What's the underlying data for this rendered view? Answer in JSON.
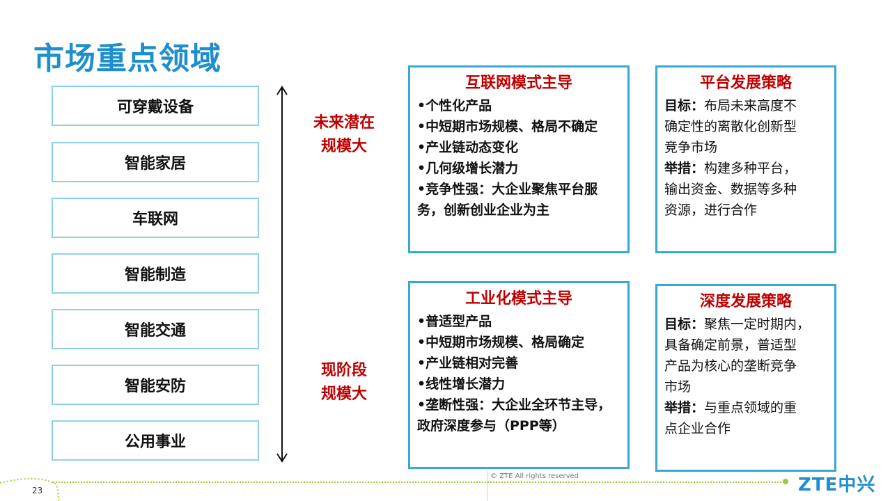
{
  "slide": {
    "title": "市场重点领域",
    "page_number": "23",
    "copyright": "© ZTE All rights reserved",
    "logo_text": "ZTE中兴"
  },
  "domains": [
    "可穿戴设备",
    "智能家居",
    "车联网",
    "智能制造",
    "智能交通",
    "智能安防",
    "公用事业"
  ],
  "scale_labels": {
    "future": [
      "未来潜在",
      "规模大"
    ],
    "current": [
      "现阶段",
      "规模大"
    ]
  },
  "boxes": {
    "internet_mode": {
      "title": "互联网模式主导",
      "lines": [
        "•个性化产品",
        "•中短期市场规模、格局不确定",
        "•产业链动态变化",
        "•几何级增长潜力",
        "•竞争性强：大企业聚焦平台服",
        "务，创新创业企业为主"
      ]
    },
    "platform_strategy": {
      "title": "平台发展策略",
      "goal_key": "目标：",
      "goal_lines": [
        "布局未来高度不",
        "确定性的离散化创新型",
        "竞争市场"
      ],
      "measure_key": "举措：",
      "measure_lines": [
        "构建多种平台，",
        "输出资金、数据等多种",
        "资源，进行合作"
      ]
    },
    "industrial_mode": {
      "title": "工业化模式主导",
      "lines": [
        "•普适型产品",
        "•中短期市场规模、格局确定",
        "•产业链相对完善",
        "•线性增长潜力",
        "•垄断性强：大企业全环节主导，",
        "政府深度参与（PPP等）"
      ]
    },
    "depth_strategy": {
      "title": "深度发展策略",
      "goal_key": "目标：",
      "goal_lines": [
        "聚焦一定时期内，",
        "具备确定前景，普适型",
        "产品为核心的垄断竞争",
        "市场"
      ],
      "measure_key": "举措：",
      "measure_lines": [
        "与重点领域的重",
        "点企业合作"
      ]
    }
  },
  "colors": {
    "title": "#1e8fcc",
    "accent_red": "#c00000",
    "box_border": "#36a9d6",
    "domain_border": "#8fd0e8",
    "footer_green": "#9ccc3a"
  }
}
